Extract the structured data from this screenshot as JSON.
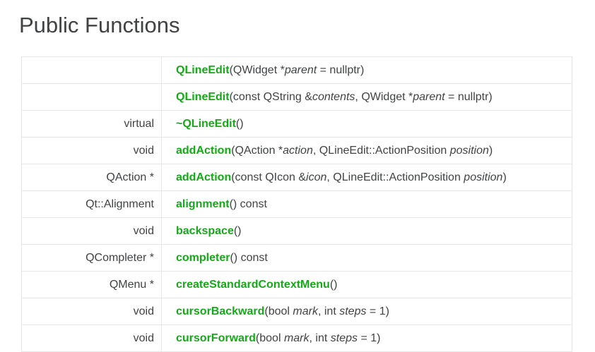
{
  "heading": "Public Functions",
  "colors": {
    "function_link_green": "#17a81a",
    "body_text": "#404244",
    "table_border": "#e6e6e6",
    "background": "#ffffff"
  },
  "functions_table": {
    "rows": [
      {
        "return_type": "",
        "function": "QLineEdit",
        "params": [
          {
            "pre": "QWidget *",
            "name": "parent",
            "post": " = nullptr"
          }
        ],
        "suffix": ""
      },
      {
        "return_type": "",
        "function": "QLineEdit",
        "params": [
          {
            "pre": "const QString &",
            "name": "contents",
            "post": ""
          },
          {
            "pre": "QWidget *",
            "name": "parent",
            "post": " = nullptr"
          }
        ],
        "suffix": ""
      },
      {
        "return_type": "virtual",
        "function": "~QLineEdit",
        "params": [],
        "suffix": ""
      },
      {
        "return_type": "void",
        "function": "addAction",
        "params": [
          {
            "pre": "QAction *",
            "name": "action",
            "post": ""
          },
          {
            "pre": "QLineEdit::ActionPosition ",
            "name": "position",
            "post": ""
          }
        ],
        "suffix": ""
      },
      {
        "return_type": "QAction *",
        "function": "addAction",
        "params": [
          {
            "pre": "const QIcon &",
            "name": "icon",
            "post": ""
          },
          {
            "pre": "QLineEdit::ActionPosition ",
            "name": "position",
            "post": ""
          }
        ],
        "suffix": ""
      },
      {
        "return_type": "Qt::Alignment",
        "function": "alignment",
        "params": [],
        "suffix": " const"
      },
      {
        "return_type": "void",
        "function": "backspace",
        "params": [],
        "suffix": ""
      },
      {
        "return_type": "QCompleter *",
        "function": "completer",
        "params": [],
        "suffix": " const"
      },
      {
        "return_type": "QMenu *",
        "function": "createStandardContextMenu",
        "params": [],
        "suffix": ""
      },
      {
        "return_type": "void",
        "function": "cursorBackward",
        "params": [
          {
            "pre": "bool ",
            "name": "mark",
            "post": ""
          },
          {
            "pre": "int ",
            "name": "steps",
            "post": " = 1"
          }
        ],
        "suffix": ""
      },
      {
        "return_type": "void",
        "function": "cursorForward",
        "params": [
          {
            "pre": "bool ",
            "name": "mark",
            "post": ""
          },
          {
            "pre": "int ",
            "name": "steps",
            "post": " = 1"
          }
        ],
        "suffix": ""
      }
    ]
  }
}
